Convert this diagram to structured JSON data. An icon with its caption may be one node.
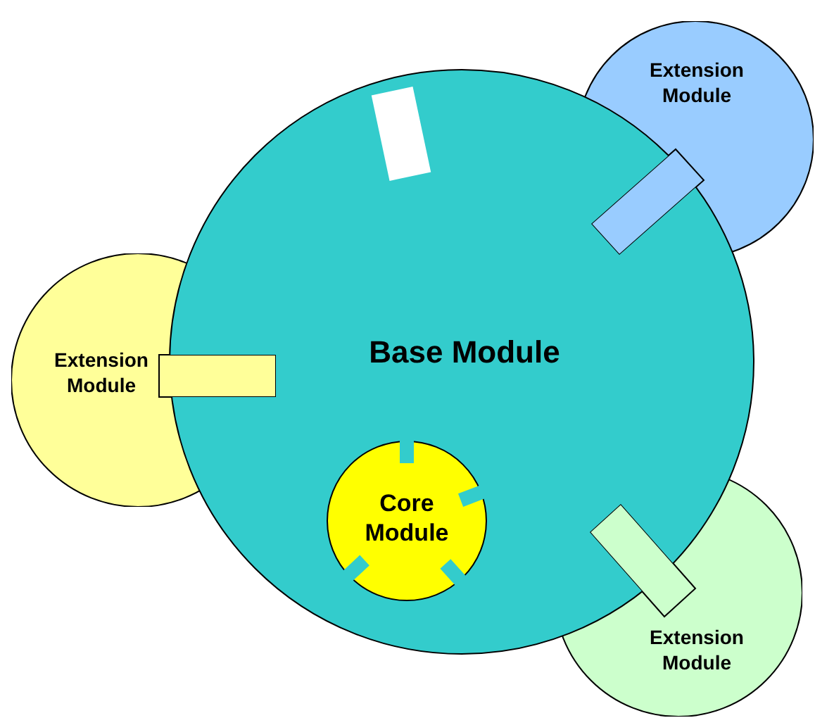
{
  "diagram": {
    "nodes": [
      {
        "text": [
          "Extension Module"
        ]
      },
      {
        "text": [
          "Base Module"
        ]
      },
      {
        "text": [
          "Extension Module"
        ]
      },
      {
        "text": [
          "Core Module"
        ],
        "in": 1
      },
      {
        "text": [
          "Extension Module"
        ]
      }
    ]
  }
}
